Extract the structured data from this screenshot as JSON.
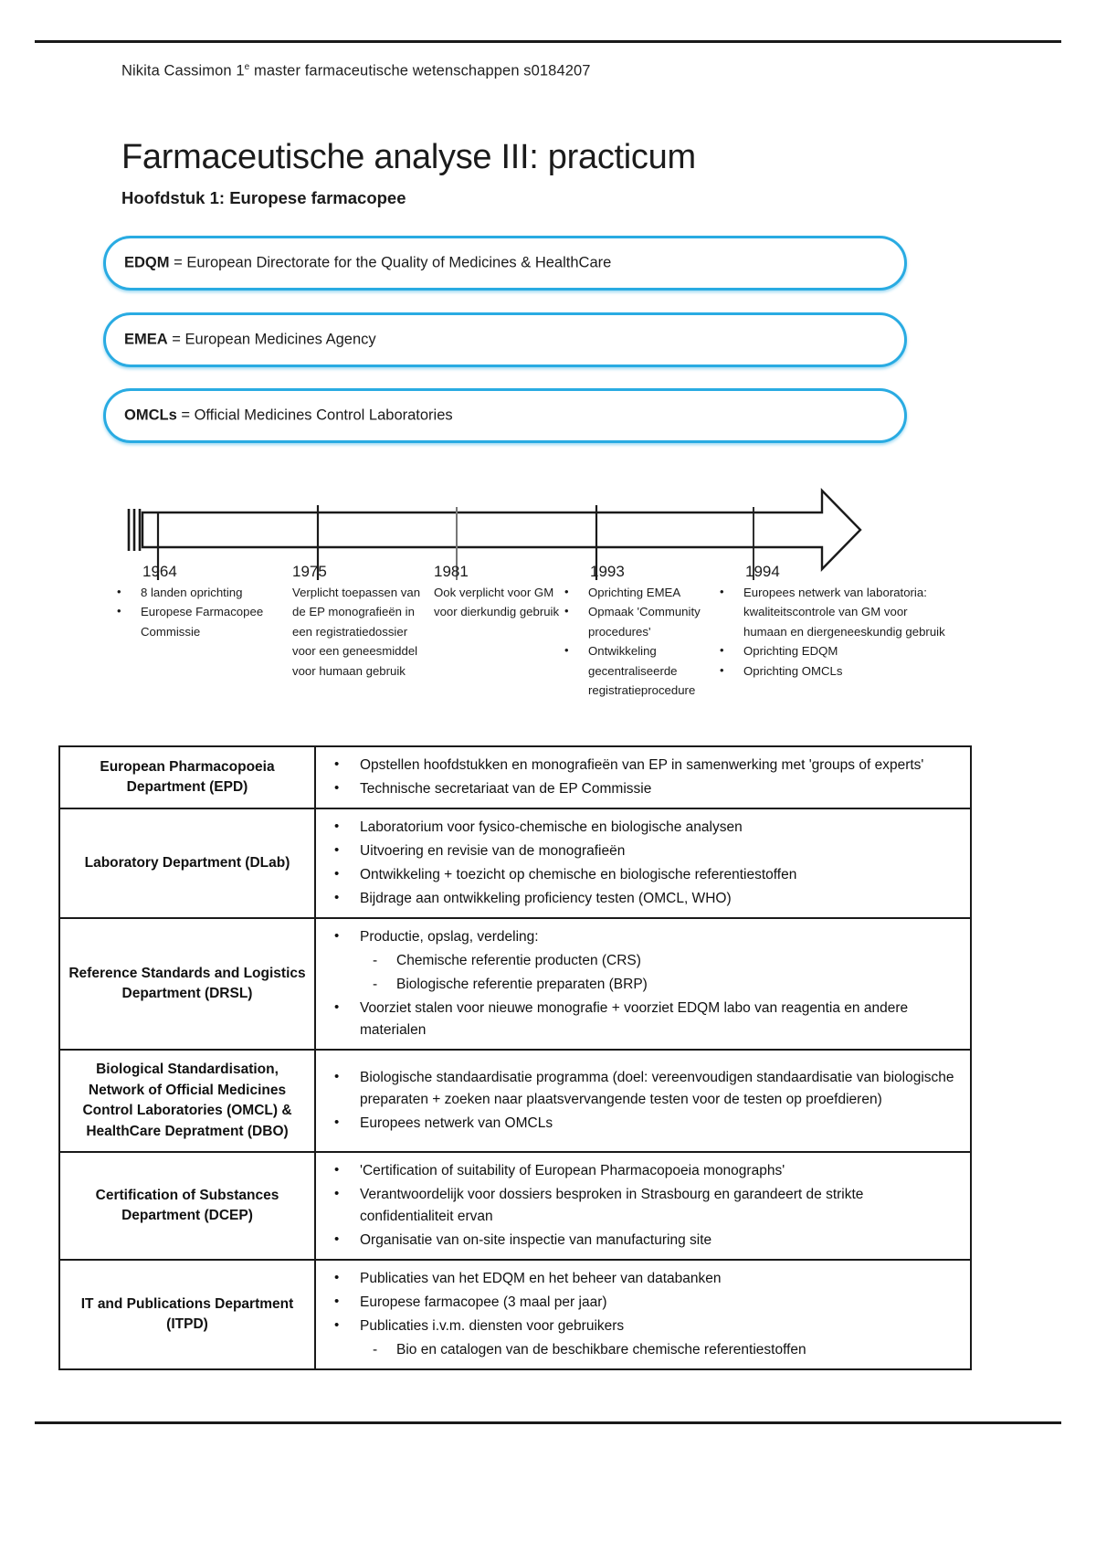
{
  "document": {
    "byline_pre": "Nikita Cassimon 1",
    "byline_sup": "e",
    "byline_post": " master farmaceutische wetenschappen s0184207",
    "title": "Farmaceutische analyse III: practicum",
    "chapter": "Hoofdstuk 1: Europese farmacopee"
  },
  "colors": {
    "callout_border": "#29ABE2",
    "text": "#1b1b1b",
    "table_border": "#1a1a1a"
  },
  "callouts": [
    {
      "abbr": "EDQM",
      "sep": " = ",
      "expansion": "European Directorate for the Quality of Medicines & HealthCare"
    },
    {
      "abbr": "EMEA",
      "sep": " = ",
      "expansion": "European Medicines Agency"
    },
    {
      "abbr": "OMCLs",
      "sep": " = ",
      "expansion": "Official Medicines Control Laboratories"
    }
  ],
  "timeline": {
    "years": [
      "1964",
      "1975",
      "1981",
      "1993",
      "1994"
    ],
    "entries": [
      {
        "year": "1964",
        "style": "bullets",
        "items": [
          "8 landen oprichting",
          "Europese Farmacopee Commissie"
        ]
      },
      {
        "year": "1975",
        "style": "plain",
        "items": [
          "Verplicht  toepassen van de EP monografieën in een registratiedossier voor een geneesmiddel voor humaan gebruik"
        ]
      },
      {
        "year": "1981",
        "style": "plain",
        "items": [
          "Ook verplicht voor GM voor dierkundig gebruik"
        ]
      },
      {
        "year": "1993",
        "style": "bullets",
        "items": [
          "Oprichting EMEA",
          "Opmaak 'Community procedures'",
          "Ontwikkeling gecentraliseerde registratieprocedure"
        ]
      },
      {
        "year": "1994",
        "style": "bullets",
        "items": [
          "Europees netwerk van laboratoria: kwaliteitscontrole van GM voor humaan en diergeneeskundig gebruik",
          "Oprichting EDQM",
          "Oprichting OMCLs"
        ]
      }
    ]
  },
  "table": {
    "rows": [
      {
        "name": "European Pharmacopoeia Department (EPD)",
        "duties": [
          {
            "text": "Opstellen hoofdstukken en monografieën van EP in samenwerking met 'groups of experts'"
          },
          {
            "text": "Technische secretariaat van de EP Commissie"
          }
        ]
      },
      {
        "name": "Laboratory Department (DLab)",
        "duties": [
          {
            "text": "Laboratorium voor fysico-chemische en biologische analysen"
          },
          {
            "text": "Uitvoering en revisie van de monografieën"
          },
          {
            "text": "Ontwikkeling + toezicht op chemische en biologische referentiestoffen"
          },
          {
            "text": "Bijdrage aan ontwikkeling proficiency testen (OMCL, WHO)"
          }
        ]
      },
      {
        "name": "Reference Standards and Logistics Department (DRSL)",
        "duties": [
          {
            "text": "Productie, opslag, verdeling:",
            "sub": [
              "Chemische referentie producten (CRS)",
              "Biologische referentie preparaten (BRP)"
            ]
          },
          {
            "text": "Voorziet stalen voor nieuwe monografie + voorziet EDQM labo van reagentia en andere materialen"
          }
        ]
      },
      {
        "name": "Biological Standardisation, Network of Official Medicines Control Laboratories (OMCL) & HealthCare Depratment (DBO)",
        "duties": [
          {
            "text": "Biologische standaardisatie programma (doel: vereenvoudigen standaardisatie van biologische preparaten + zoeken naar plaatsvervangende testen voor de testen op proefdieren)"
          },
          {
            "text": "Europees netwerk van OMCLs"
          }
        ]
      },
      {
        "name": "Certification of Substances Department (DCEP)",
        "duties": [
          {
            "text": "'Certification of suitability of European Pharmacopoeia monographs'"
          },
          {
            "text": "Verantwoordelijk voor dossiers besproken in Strasbourg en garandeert de strikte confidentialiteit ervan"
          },
          {
            "text": "Organisatie van on-site inspectie van manufacturing site"
          }
        ]
      },
      {
        "name": "IT and Publications Department (ITPD)",
        "duties": [
          {
            "text": "Publicaties van het EDQM en het beheer van databanken"
          },
          {
            "text": "Europese farmacopee (3 maal per jaar)"
          },
          {
            "text": "Publicaties i.v.m. diensten voor gebruikers",
            "sub": [
              "Bio en catalogen van de beschikbare chemische referentiestoffen"
            ]
          }
        ]
      }
    ]
  }
}
